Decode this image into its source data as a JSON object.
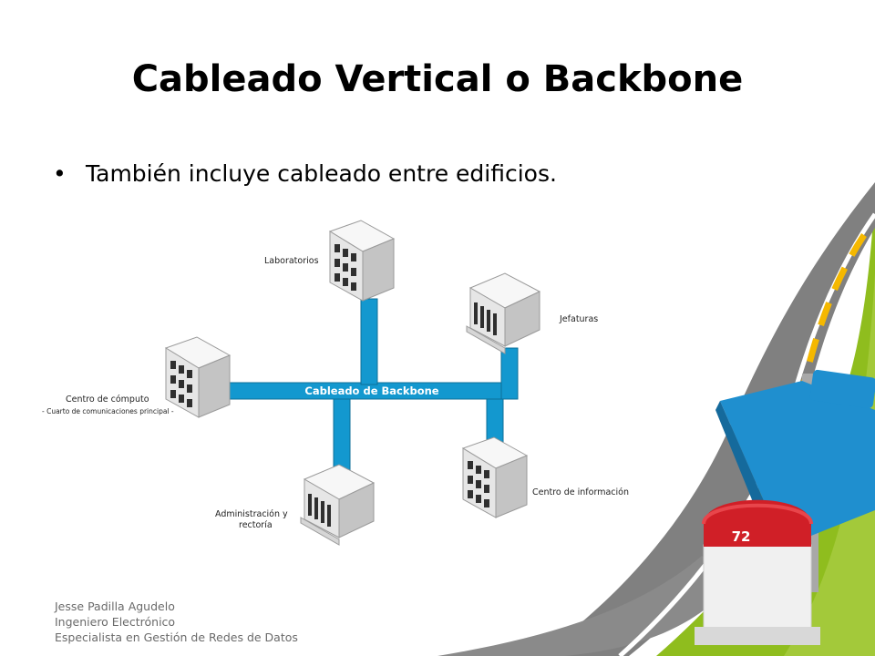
{
  "slide": {
    "title": "Cableado Vertical o Backbone",
    "bullet": "También incluye cableado entre edificios.",
    "page_number": "72"
  },
  "diagram": {
    "backbone_label": "Cableado de Backbone",
    "buildings": {
      "laboratorios": "Laboratorios",
      "jefaturas": "Jefaturas",
      "centro_computo": "Centro de cómputo",
      "centro_computo_sub": "- Cuarto de comunicaciones principal -",
      "administracion_line1": "Administración y",
      "administracion_line2": "rectoría",
      "centro_informacion": "Centro de información"
    },
    "colors": {
      "cable": "#1398cf",
      "building_face": "#f2f2f2",
      "building_shadow": "#b8b8b8"
    }
  },
  "footer": {
    "line1": "Jesse Padilla Agudelo",
    "line2": "Ingeniero Electrónico",
    "line3": "Especialista en Gestión de Redes  de Datos"
  },
  "decoration": {
    "road_color": "#7f7f7f",
    "grass_color": "#8bbb22",
    "sign_color": "#1f8fcf",
    "milestone_color": "#d01f27"
  }
}
